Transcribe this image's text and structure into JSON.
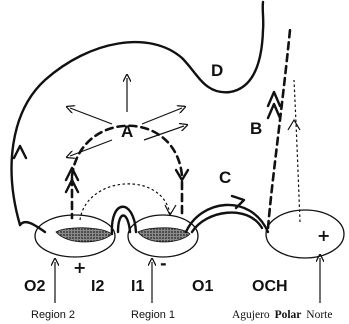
{
  "diagram": {
    "labels": {
      "a": "A",
      "b": "B",
      "c": "C",
      "d": "D",
      "o2": "O2",
      "i2": "I2",
      "i1": "I1",
      "o1": "O1",
      "och": "OCH"
    },
    "signs": {
      "region2": "+",
      "region1": "-",
      "polar": "+"
    },
    "footer": {
      "region2": "Region 2",
      "region1": "Region 1",
      "polar_prefix": "Agujero",
      "polar_bold": "Polar",
      "polar_suffix": "Norte"
    }
  }
}
